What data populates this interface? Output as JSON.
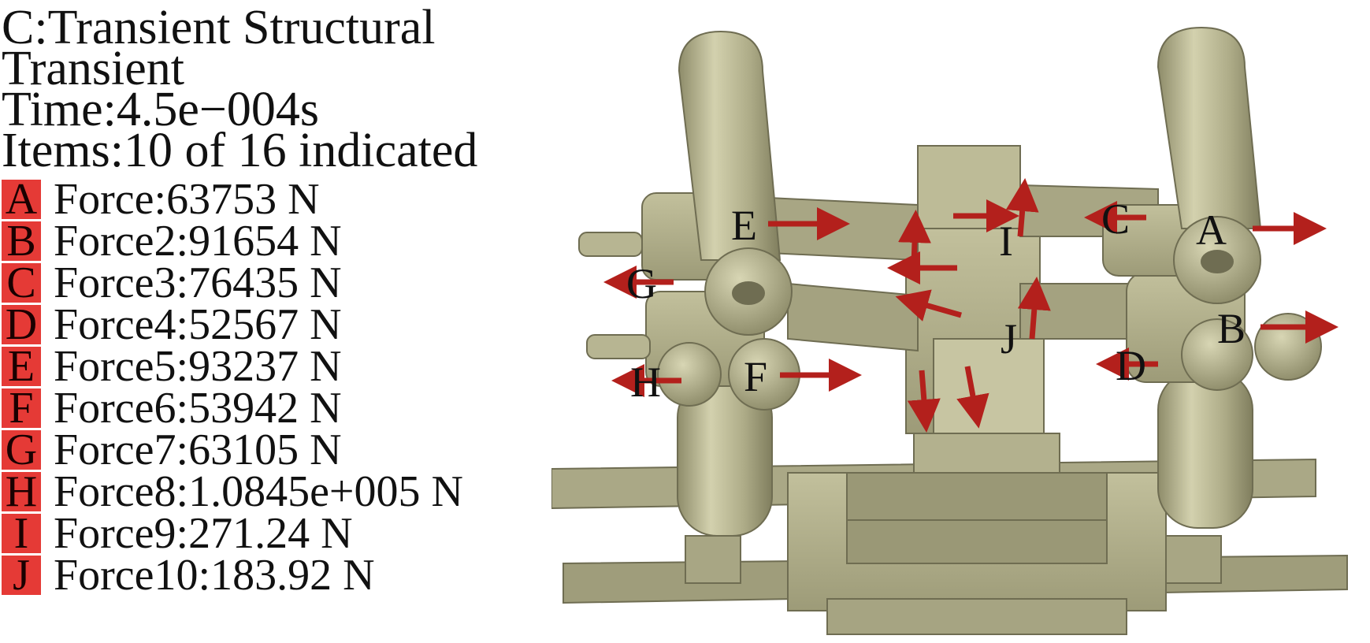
{
  "header": {
    "analysis": "C:Transient Structural",
    "type": "Transient",
    "time": "Time:4.5e−004s",
    "items": "Items:10 of 16 indicated"
  },
  "colors": {
    "badge": "#e53a36",
    "arrow": "#b3201c",
    "body": "#b2b08c",
    "body_light": "#cdcba8",
    "body_dark": "#8d8b68",
    "edge": "#6f6d52"
  },
  "forces": [
    {
      "letter": "A",
      "text": "Force:63753 N"
    },
    {
      "letter": "B",
      "text": "Force2:91654 N"
    },
    {
      "letter": "C",
      "text": "Force3:76435 N"
    },
    {
      "letter": "D",
      "text": "Force4:52567 N"
    },
    {
      "letter": "E",
      "text": "Force5:93237 N"
    },
    {
      "letter": "F",
      "text": "Force6:53942 N"
    },
    {
      "letter": "G",
      "text": "Force7:63105 N"
    },
    {
      "letter": "H",
      "text": "Force8:1.0845e+005 N"
    },
    {
      "letter": "I",
      "text": "Force9:271.24 N"
    },
    {
      "letter": "J",
      "text": "Force10:183.92 N"
    }
  ]
}
